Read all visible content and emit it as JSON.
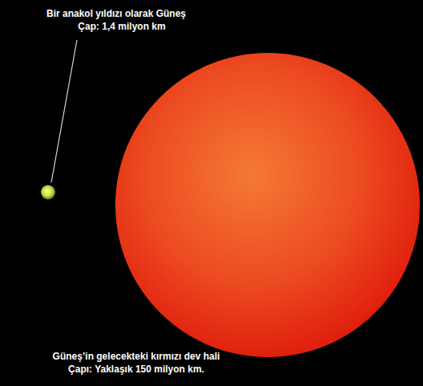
{
  "diagram": {
    "labels": [
      "Bir anakol yıldızı olarak Güneş",
      "Çap: 1,4 milyon km",
      "Güneş’in gelecekteki kırmızı dev hali",
      "Çapı: Yaklaşık 150 milyon km."
    ]
  }
}
